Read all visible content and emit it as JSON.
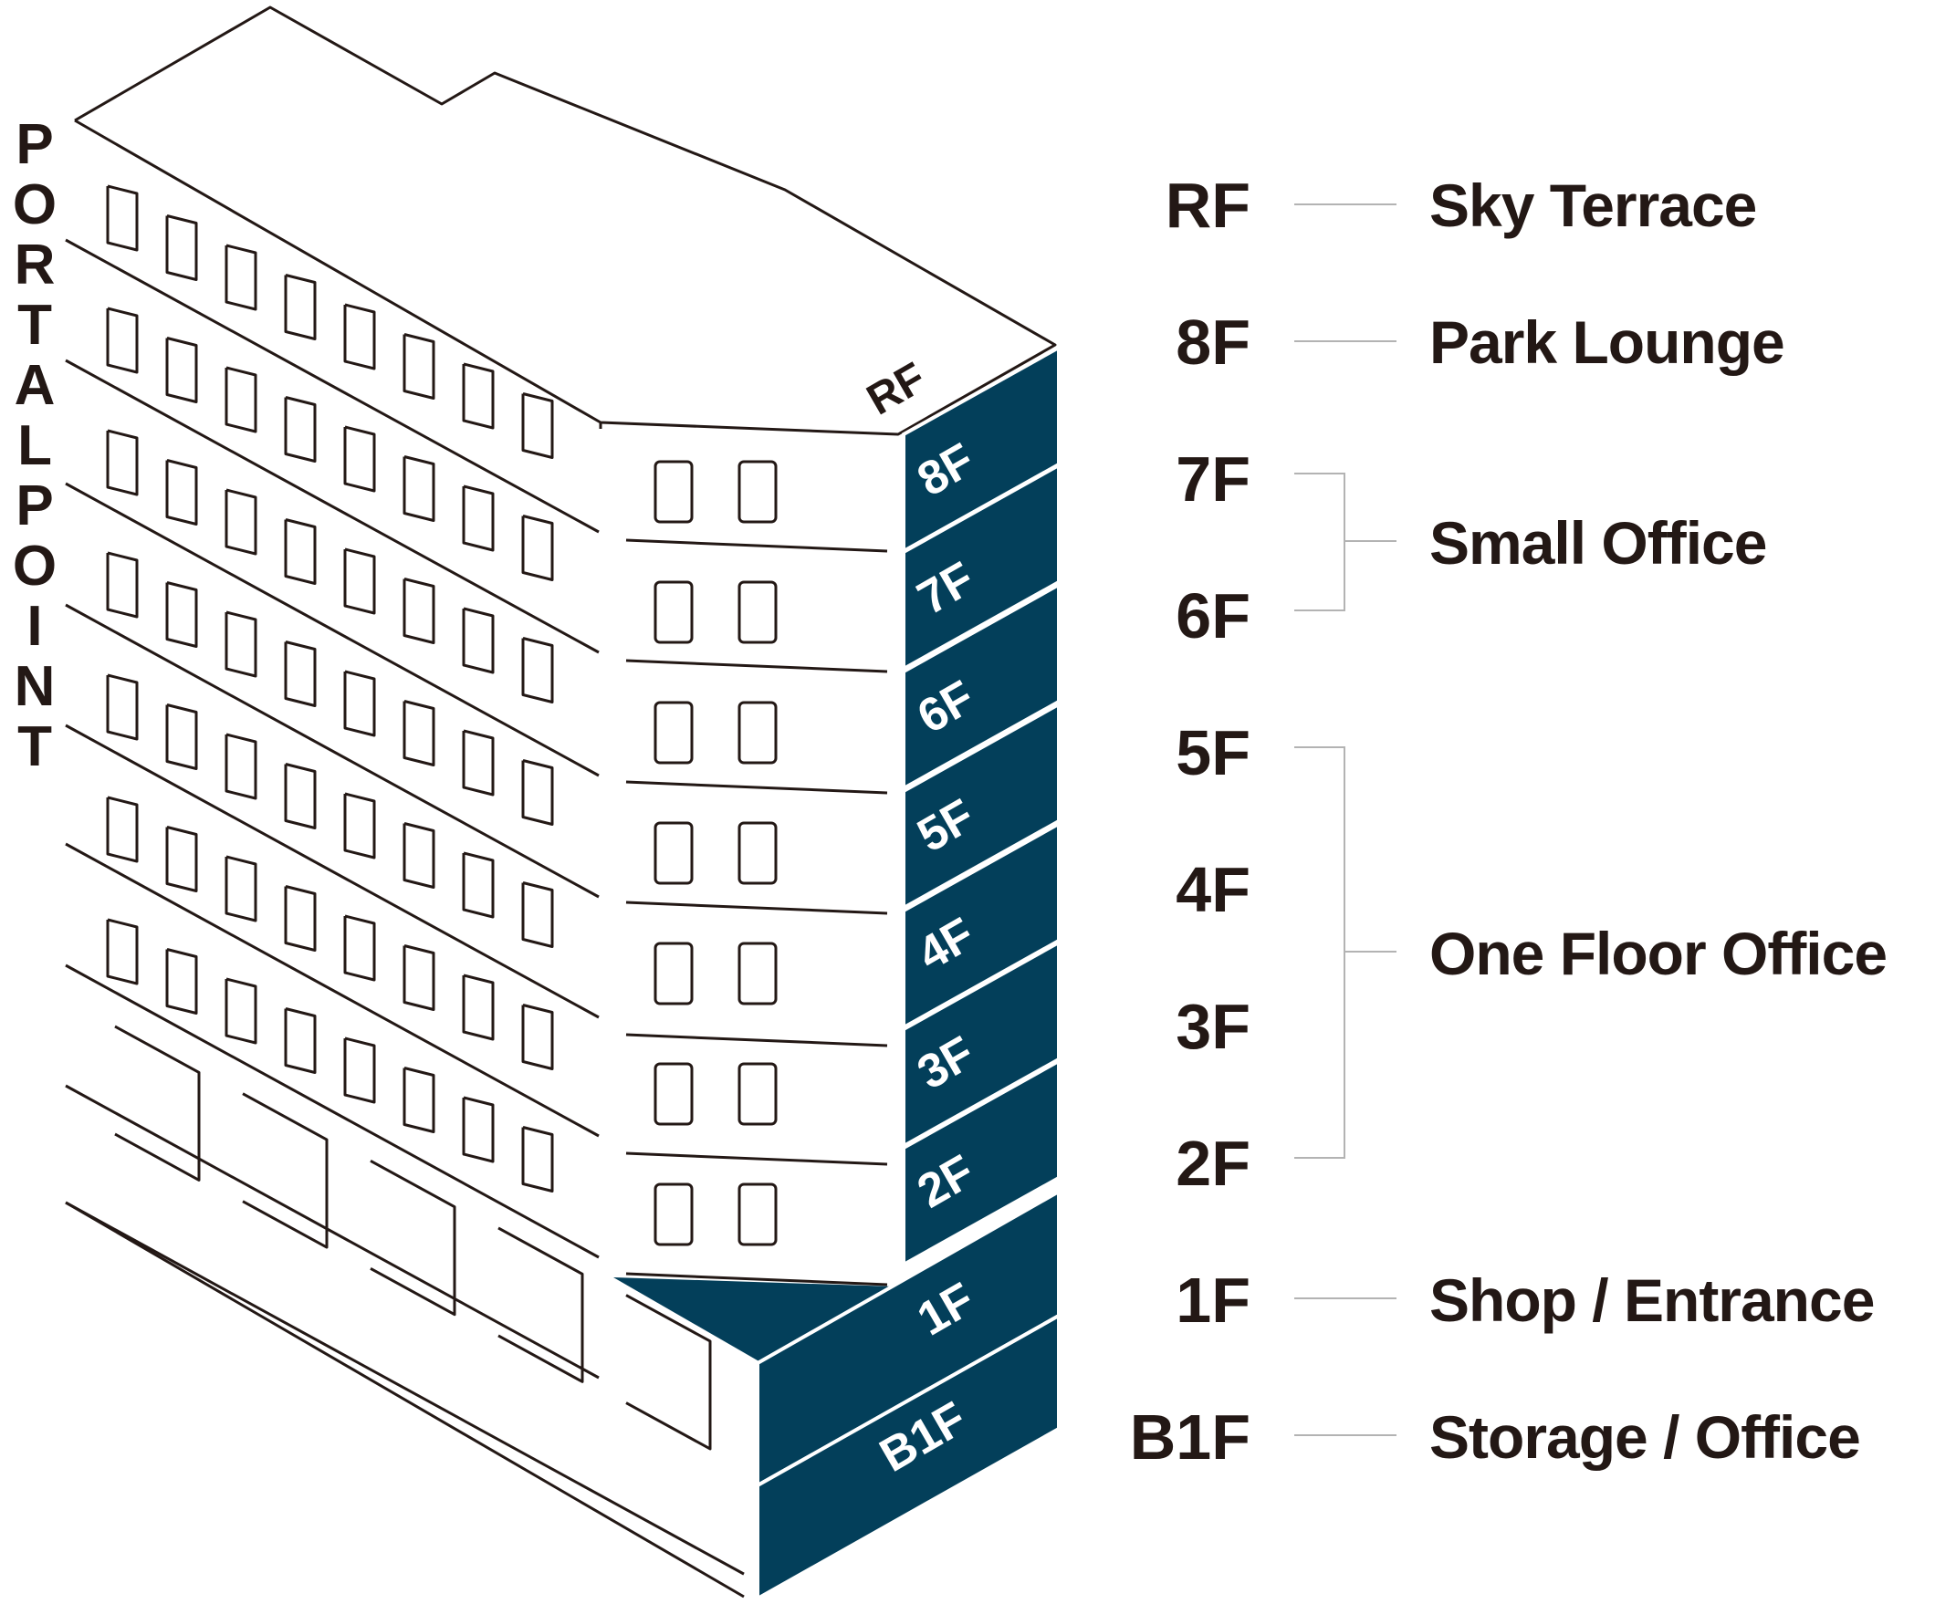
{
  "title": "PORTAL POINT",
  "accent_color": "#033f5a",
  "line_color": "#231815",
  "leader_color": "#b3b3b3",
  "building": {
    "roof_label": "RF",
    "floor_labels": [
      "8F",
      "7F",
      "6F",
      "5F",
      "4F",
      "3F",
      "2F",
      "1F",
      "B1F"
    ]
  },
  "directory": {
    "RF": "RF",
    "8F": "8F",
    "7F": "7F",
    "6F": "6F",
    "5F": "5F",
    "4F": "4F",
    "3F": "3F",
    "2F": "2F",
    "1F": "1F",
    "B1F": "B1F",
    "sky_terrace": "Sky Terrace",
    "park_lounge": "Park Lounge",
    "small_office": "Small Office",
    "one_floor_office": "One Floor Office",
    "shop_entrance": "Shop / Entrance",
    "storage_office": "Storage / Office"
  }
}
